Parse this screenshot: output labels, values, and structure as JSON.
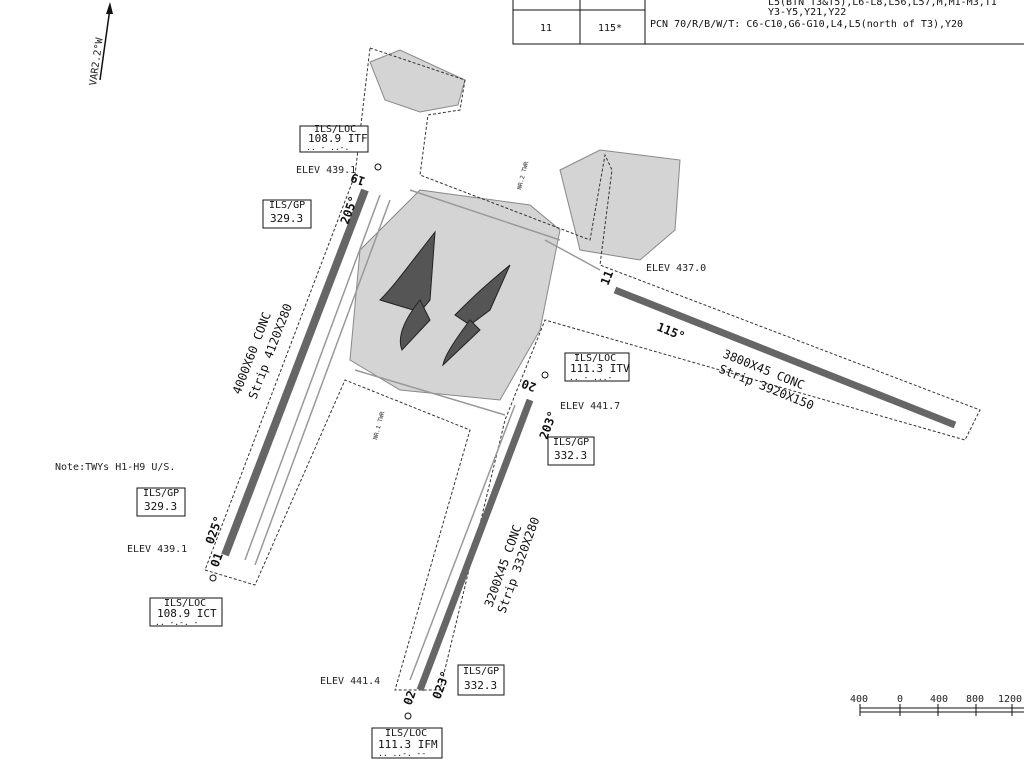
{
  "north_arrow": {
    "label": "VAR2.2°W"
  },
  "pcn_table": {
    "cells": [
      "11",
      "115*"
    ],
    "lines": [
      "L5(BTN T3&T5),L6-L8,L56,L57,M,M1-M3,T1",
      "Y3-Y5,Y21,Y22",
      "PCN 70/R/B/W/T: C6-C10,G6-G10,L4,L5(north of T3),Y20"
    ]
  },
  "nav_boxes": [
    {
      "id": "loc-itf",
      "title": "ILS/LOC",
      "freq": "108.9 ITF",
      "morse": ".. - ..-."
    },
    {
      "id": "gp-329-top",
      "title": "ILS/GP",
      "freq": "329.3"
    },
    {
      "id": "loc-itv",
      "title": "ILS/LOC",
      "freq": "111.3 ITV",
      "morse": ".. - ...-"
    },
    {
      "id": "gp-332-mid",
      "title": "ILS/GP",
      "freq": "332.3"
    },
    {
      "id": "gp-329-left",
      "title": "ILS/GP",
      "freq": "329.3"
    },
    {
      "id": "loc-ict",
      "title": "ILS/LOC",
      "freq": "108.9 ICT",
      "morse": ".. -.-. -"
    },
    {
      "id": "gp-332-bot",
      "title": "ILS/GP",
      "freq": "332.3"
    },
    {
      "id": "loc-ifm",
      "title": "ILS/LOC",
      "freq": "111.3 IFM",
      "morse": ".. ..-. --"
    }
  ],
  "elevations": [
    "ELEV 439.1",
    "ELEV 437.0",
    "ELEV 441.7",
    "ELEV 439.1",
    "ELEV 441.4"
  ],
  "runways": {
    "left": {
      "dims": "4000X60 CONC",
      "strip": "Strip 4120X280",
      "ends": [
        "19",
        "01"
      ],
      "headings": [
        "205°",
        "025°"
      ]
    },
    "center": {
      "dims": "3200X45 CONC",
      "strip": "Strip 3320X280",
      "ends": [
        "20",
        "02"
      ],
      "headings": [
        "203°",
        "023°"
      ]
    },
    "east": {
      "dims": "3800X45 CONC",
      "strip": "Strip 3920X150",
      "ends": [
        "11"
      ],
      "headings": [
        "115°"
      ]
    }
  },
  "twr_labels": [
    "NR.2 TWR",
    "NR.1 TWR"
  ],
  "note": "Note:TWYs H1-H9 U/S.",
  "scale": {
    "ticks": [
      "400",
      "0",
      "400",
      "800",
      "1200"
    ]
  }
}
